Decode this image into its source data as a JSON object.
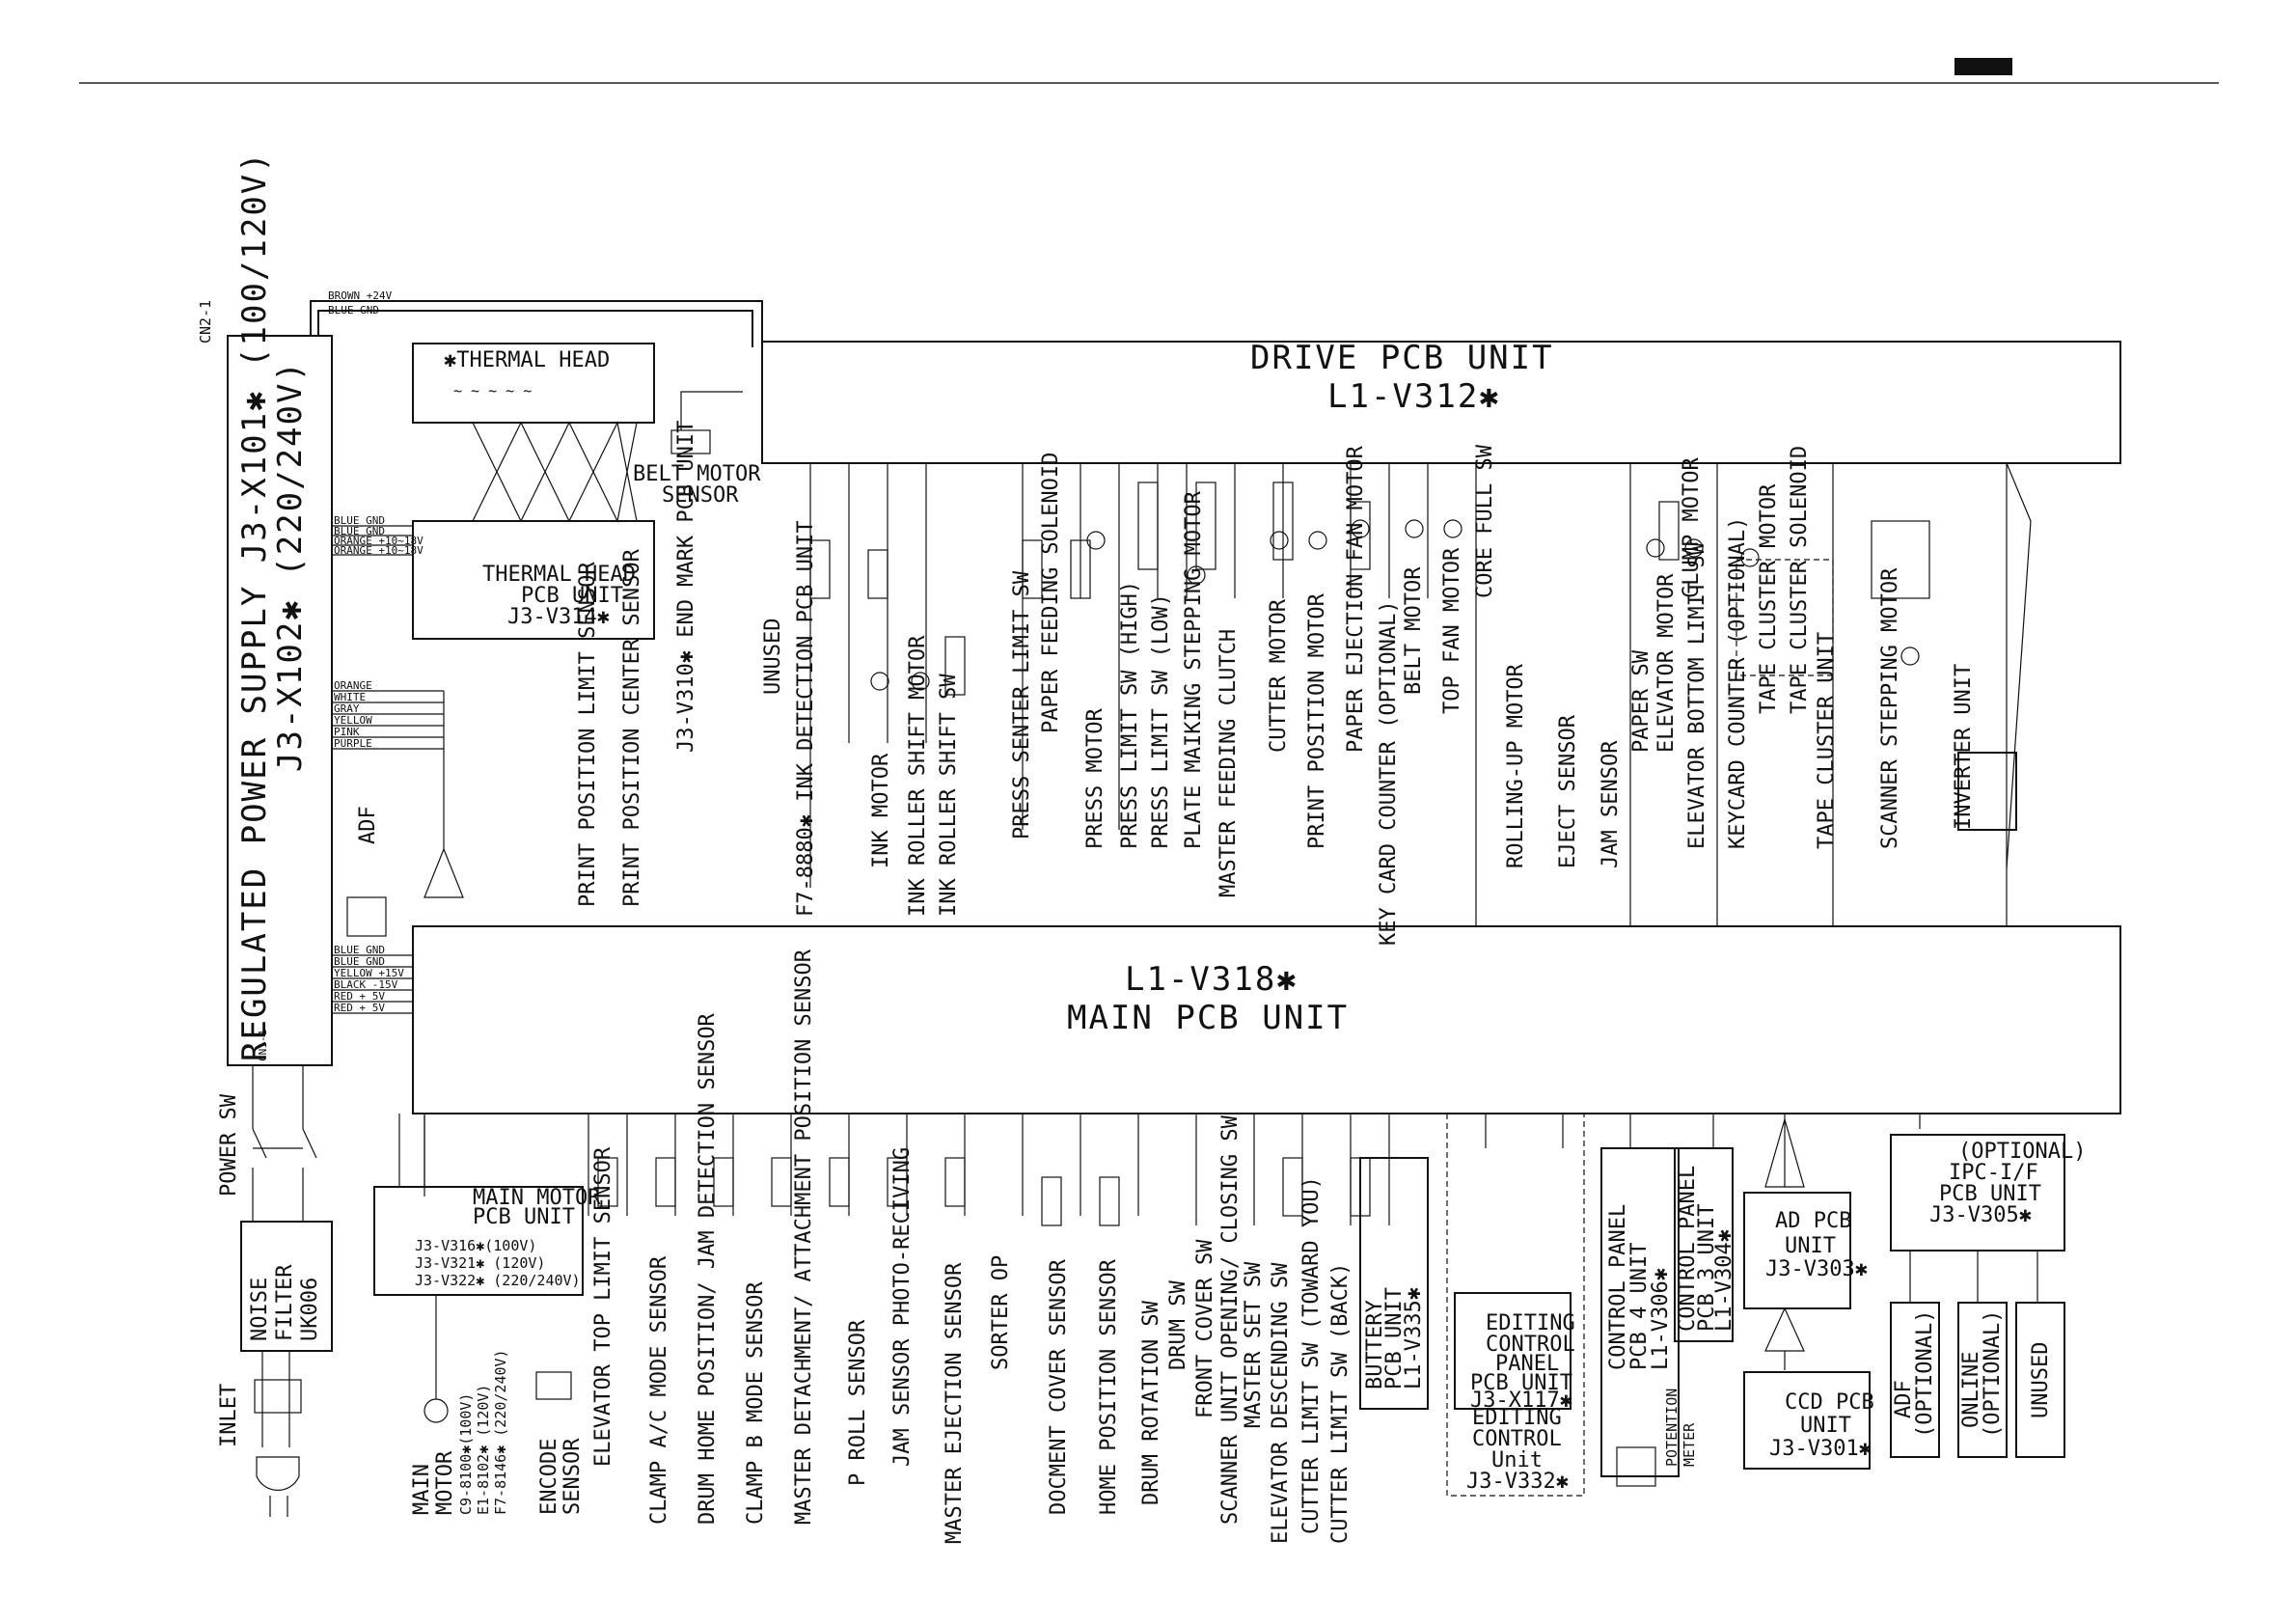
{
  "header_mark": "",
  "power_supply": {
    "title": "REGULATED POWER SUPPLY J3-X101✱ (100/120V)",
    "title2": "J3-X102✱ (220/240V)",
    "cn1": "CN1-1",
    "wires_top": [
      "BROWN +24V",
      "BLUE GND"
    ],
    "cn5_wires": [
      "BLUE GND",
      "BLUE GND",
      "ORANGE +10~18V",
      "ORANGE +10~18V"
    ],
    "cn4_wires": [
      "ORANGE",
      "WHITE",
      "GRAY",
      "YELLOW",
      "PINK",
      "PURPLE"
    ],
    "cn3_wires": [
      "BLUE GND",
      "BLUE GND",
      "YELLOW +15V",
      "BLACK -15V",
      "RED + 5V",
      "RED + 5V"
    ]
  },
  "drive_pcb": {
    "title": "DRIVE PCB UNIT",
    "model": "L1-V312✱",
    "cn2": "CN2-1"
  },
  "main_pcb": {
    "title": "MAIN PCB UNIT",
    "model": "L1-V318✱"
  },
  "thermal_head": {
    "label": "✱THERMAL HEAD",
    "pcb": [
      "THERMAL HEAD",
      "PCB UNIT",
      "J3-V314✱"
    ]
  },
  "belt_sensor": [
    "BELT MOTOR",
    "SENSOR"
  ],
  "adf": "ADF",
  "power_sw": "POWER SW",
  "inlet": "INLET",
  "noise_filter": [
    "NOISE",
    "FILTER",
    "UK006"
  ],
  "main_motor_pcb": [
    "MAIN MOTOR",
    "PCB UNIT",
    "J3-V316✱(100V)",
    "J3-V321✱ (120V)",
    "J3-V322✱ (220/240V)"
  ],
  "main_motor": [
    "MAIN",
    "MOTOR",
    "C9-8100✱(100V)",
    "E1-8102✱ (120V)",
    "F7-8146✱ (220/240V)"
  ],
  "encode_sensor": [
    "ENCODE",
    "SENSOR"
  ],
  "top_labels": [
    "PRINT POSITION LIMIT SENSOR",
    "PRINT POSITION CENTER SENSOR",
    "J3-V310✱ END MARK PCB UNIT",
    "UNUSED",
    "F7-8880✱ INK DETECTION PCB UNIT",
    "INK MOTOR",
    "INK ROLLER SHIFT MOTOR",
    "INK ROLLER SHIFT SW",
    "PRESS SENTER LIMIT SW",
    "PAPER FEEDING SOLENOID",
    "PRESS MOTOR",
    "PRESS LIMIT SW (HIGH)",
    "PRESS LIMIT SW (LOW)",
    "PLATE MAIKING STEPPING MOTOR",
    "MASTER FEEDING CLUTCH",
    "CUTTER MOTOR",
    "PRINT POSITION MOTOR",
    "PAPER EJECTION FAN MOTOR",
    "KEY CARD COUNTER (OPTIONAL)",
    "BELT MOTOR",
    "TOP FAN MOTOR",
    "CORE FULL SW",
    "ROLLING-UP MOTOR",
    "EJECT SENSOR",
    "JAM SENSOR",
    "PAPER SW",
    "ELEVATOR MOTOR",
    "ELEVATOR BOTTOM LIMIT SW",
    "CLUMP MOTOR",
    "KEYCARD COUNTER (OPTIONAL)",
    "TAPE CLUSTER MOTOR",
    "TAPE CLUSTER SOLENOID",
    "TAPE CLUSTER UNIT",
    "SCANNER STEPPING MOTOR",
    "INVERTER UNIT"
  ],
  "bottom_labels": [
    "ELEVATOR TOP LIMIT SENSOR",
    "CLAMP A/C MODE SENSOR",
    "DRUM HOME POSITION/ JAM DETECTION SENSOR",
    "CLAMP B MODE SENSOR",
    "MASTER DETACHMENT/ ATTACHMENT POSITION SENSOR",
    "P ROLL SENSOR",
    "JAM SENSOR PHOTO-RECIVING",
    "MASTER EJECTION SENSOR",
    "SORTER OP",
    "DOCMENT COVER SENSOR",
    "HOME POSITION SENSOR",
    "DRUM ROTATION SW",
    "DRUM SW",
    "FRONT COVER SW",
    "SCANNER UNIT OPENING/ CLOSING SW",
    "MASTER SET SW",
    "ELEVATOR DESCENDING SW",
    "CUTTER LIMIT SW (TOWARD YOU)",
    "CUTTER LIMIT SW (BACK)"
  ],
  "bottom_units": [
    [
      "BUTTERY",
      "PCB UNIT",
      "L1-V335✱"
    ],
    [
      "EDITING",
      "CONTROL",
      "PANEL",
      "PCB UNIT",
      "J3-X117✱"
    ],
    [
      "EDITING",
      "CONTROL",
      "Unit",
      "J3-V332✱"
    ],
    [
      "CONTROL PANEL",
      "PCB 4 UNIT",
      "L1-V306✱"
    ],
    [
      "CONTROL PANEL",
      "PCB 3 UNIT",
      "L1-V304✱"
    ],
    [
      "AD PCB",
      "UNIT",
      "J3-V303✱"
    ],
    [
      "CCD PCB",
      "UNIT",
      "J3-V301✱"
    ],
    [
      "(OPTIONAL)",
      "IPC-I/F",
      "PCB UNIT",
      "J3-V305✱"
    ],
    [
      "ADF",
      "(OPTIONAL)"
    ],
    [
      "ONLINE",
      "(OPTIONAL)"
    ],
    [
      "UNUSED"
    ]
  ],
  "potention_meter": [
    "POTENTION",
    "METER"
  ]
}
